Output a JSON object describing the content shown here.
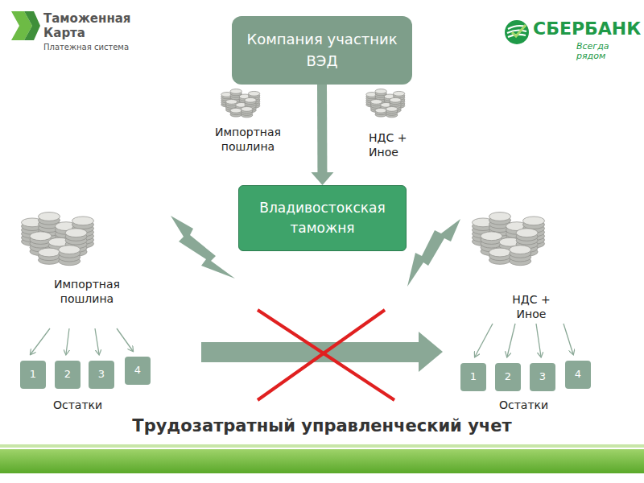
{
  "diagram": {
    "caption": "Трудозатратный управленческий учет",
    "nodes": [
      {
        "text": [
          "Компания участник ВЭД"
        ]
      },
      {
        "text": [
          "Владивостокская таможня"
        ]
      },
      {
        "text": [
          "1"
        ]
      },
      {
        "text": [
          "2"
        ]
      },
      {
        "text": [
          "3"
        ]
      },
      {
        "text": [
          "4"
        ]
      },
      {
        "text": [
          "1"
        ]
      },
      {
        "text": [
          "2"
        ]
      },
      {
        "text": [
          "3"
        ]
      },
      {
        "text": [
          "4"
        ]
      }
    ],
    "edges": [
      {
        "from": 0,
        "to": 1,
        "arrow": "to"
      }
    ],
    "labels": [
      "Таможенная Карта",
      "Платежная система",
      "СБЕРБАНК",
      "Всегда рядом",
      "Импортная пошлина",
      "НДС + Иное",
      "Импортная пошлина",
      "НДС + Иное",
      "Остатки",
      "Остатки"
    ]
  }
}
